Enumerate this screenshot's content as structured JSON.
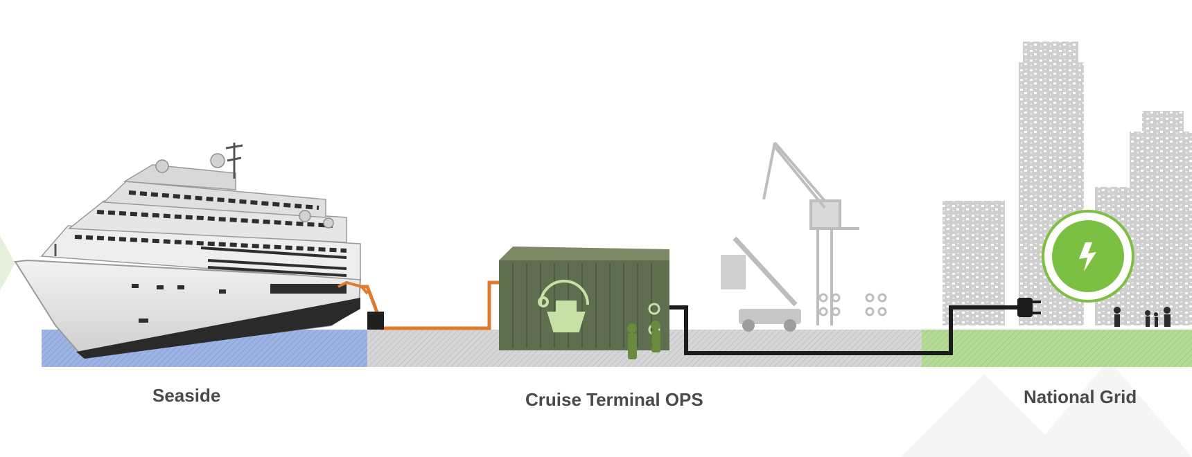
{
  "diagram": {
    "labels": {
      "seaside": "Seaside",
      "terminal": "Cruise Terminal OPS",
      "grid": "National Grid"
    },
    "colors": {
      "sea": "#8fa8dd",
      "ground": "#cfcfcf",
      "grid_ground": "#a9d58a",
      "orange_cable": "#e07a2c",
      "black_cable": "#1b1b1b",
      "container": "#5f6e4e",
      "container_icon": "#c6e0a6",
      "energy_green": "#7bc043",
      "buildings": "#cfcfcf",
      "crane": "#bdbdbd",
      "label": "#4a4a4a"
    },
    "icons": [
      "cruise-ship-icon",
      "ops-container-icon",
      "crane-icon",
      "reach-stacker-icon",
      "power-plug-icon",
      "lightning-bolt-icon",
      "people-icon"
    ]
  }
}
